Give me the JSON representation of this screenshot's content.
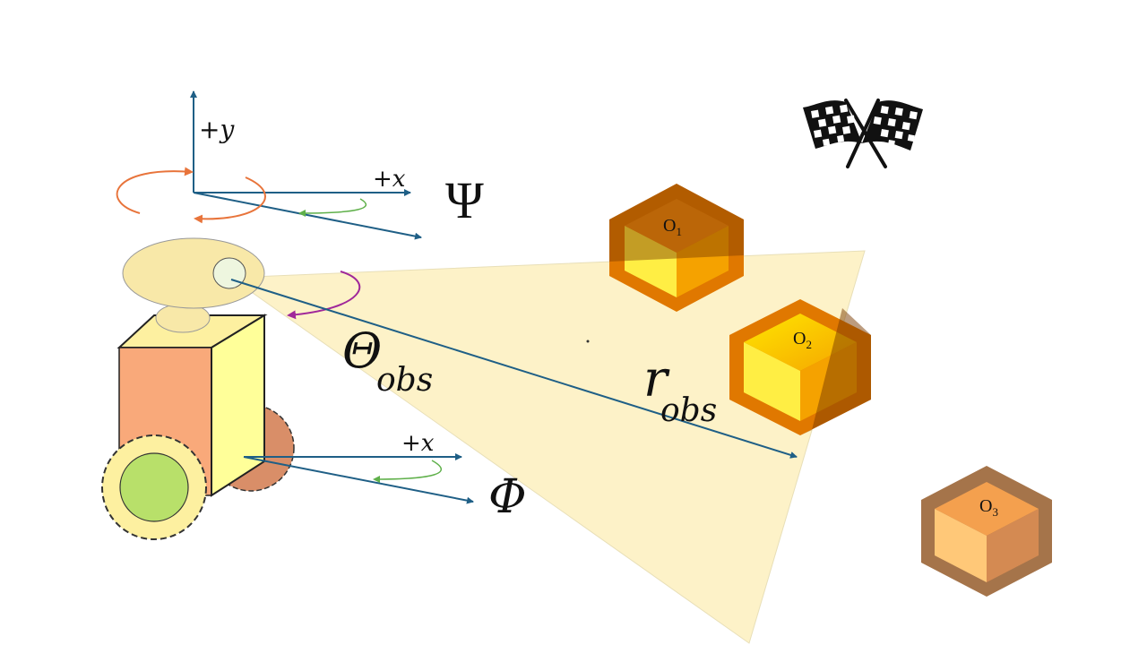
{
  "labels": {
    "plus_y": "+y",
    "plus_x_top": "+x",
    "plus_x_bottom": "+x",
    "psi": "Ψ",
    "phi": "Φ",
    "theta": "Θ",
    "theta_sub": "obs",
    "r": "r",
    "r_sub": "obs"
  },
  "obstacles": [
    {
      "label": "O",
      "sub": "1"
    },
    {
      "label": "O",
      "sub": "2"
    },
    {
      "label": "O",
      "sub": "3"
    }
  ],
  "icons": {
    "goal": "checkered-flags-icon",
    "robot": "robot-icon"
  },
  "colors": {
    "axis": "#1f5f86",
    "yaw_arrow": "#e8743b",
    "pitch_arrow": "#a0289a",
    "angle_arc": "#5fb04a",
    "fov_fill": "#fdf2c8",
    "robot_body_front": "#f9a97a",
    "robot_body_side": "#ffff99",
    "wheel": "#fdf0a0",
    "wheel_hub": "#b8e06a",
    "rear_wheel": "#d98e68",
    "head": "#f8e8a8"
  }
}
